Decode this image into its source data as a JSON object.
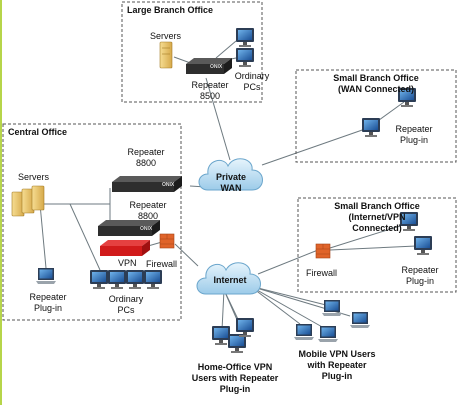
{
  "regions": {
    "large_branch": {
      "title": "Large Branch Office"
    },
    "central": {
      "title": "Central Office"
    },
    "small_branch_wan": {
      "title_line1": "Small Branch Office",
      "title_line2": "(WAN Connected)"
    },
    "small_branch_vpn": {
      "title_line1": "Small Branch Office",
      "title_line2": "(Internet/VPN",
      "title_line3": "Connected)"
    }
  },
  "labels": {
    "servers_large": "Servers",
    "repeater8500_l1": "Repeater",
    "repeater8500_l2": "8500",
    "ordinary_pcs_large_l1": "Ordinary",
    "ordinary_pcs_large_l2": "PCs",
    "repeater_plugin_wan_l1": "Repeater",
    "repeater_plugin_wan_l2": "Plug-in",
    "servers_central": "Servers",
    "repeater8800a_l1": "Repeater",
    "repeater8800a_l2": "8800",
    "repeater8800b_l1": "Repeater",
    "repeater8800b_l2": "8800",
    "vpn": "VPN",
    "firewall_central": "Firewall",
    "repeater_plugin_central_l1": "Repeater",
    "repeater_plugin_central_l2": "Plug-in",
    "ordinary_pcs_central_l1": "Ordinary",
    "ordinary_pcs_central_l2": "PCs",
    "private_wan_l1": "Private",
    "private_wan_l2": "WAN",
    "internet": "Internet",
    "firewall_vpn": "Firewall",
    "repeater_plugin_vpn_l1": "Repeater",
    "repeater_plugin_vpn_l2": "Plug-in",
    "home_office_l1": "Home-Office VPN",
    "home_office_l2": "Users with Repeater",
    "home_office_l3": "Plug-in",
    "mobile_vpn_l1": "Mobile VPN Users",
    "mobile_vpn_l2": "with Repeater",
    "mobile_vpn_l3": "Plug-in",
    "onix_a": "ONIX",
    "onix_b": "ONIX",
    "onix_c": "ONIX"
  },
  "icons": {
    "server": "server-icon",
    "appliance": "appliance-icon",
    "pc": "desktop-pc-icon",
    "laptop": "laptop-icon",
    "firewall": "firewall-icon",
    "vpn": "vpn-router-icon",
    "cloud": "cloud-icon"
  },
  "colors": {
    "border": "#555555",
    "line": "#6e7a80",
    "cloud_fill": "#bfe0f4",
    "cloud_edge": "#6ba6cc",
    "monitor_blue": "#1e66b0",
    "server_tan": "#e8c26a",
    "appliance_dark": "#2e2e2e",
    "firewall_orange": "#e0642a",
    "vpn_red": "#d11a1a",
    "sidebar": "#b6d54a"
  }
}
